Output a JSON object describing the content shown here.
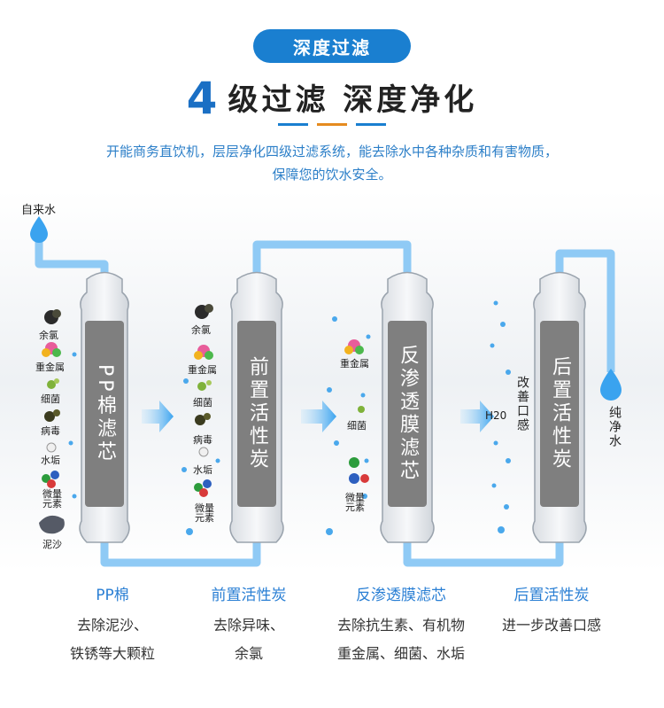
{
  "header": {
    "pill": "深度过滤",
    "headline_number": "4",
    "headline_text": "级过滤  深度净化",
    "intro_line1": "开能商务直饮机，层层净化四级过滤系统，能去除水中各种杂质和有害物质，",
    "intro_line2": "保障您的饮水安全。"
  },
  "diagram": {
    "source_label": "自来水",
    "output_label": "纯净水",
    "improve_label": "改善口感",
    "h2o_label": "H20",
    "cartridges": [
      {
        "label": "PP棉滤芯"
      },
      {
        "label": "前置活性炭"
      },
      {
        "label": "反渗透膜滤芯"
      },
      {
        "label": "后置活性炭"
      }
    ],
    "pollutants_stage1": [
      "余氯",
      "重金属",
      "细菌",
      "病毒",
      "水垢",
      "微量元素",
      "泥沙"
    ],
    "pollutants_stage2": [
      "余氯",
      "重金属",
      "细菌",
      "病毒",
      "水垢",
      "微量元素"
    ],
    "pollutants_stage3": [
      "重金属",
      "细菌",
      "微量元素"
    ],
    "colors": {
      "pipe": "#8fcaf5",
      "accent": "#1a7fd0",
      "cartridge_label": "#7f7f7f"
    }
  },
  "stages": [
    {
      "name": "PP棉",
      "desc1": "去除泥沙、",
      "desc2": "铁锈等大颗粒"
    },
    {
      "name": "前置活性炭",
      "desc1": "去除异味、",
      "desc2": "余氯"
    },
    {
      "name": "反渗透膜滤芯",
      "desc1": "去除抗生素、有机物",
      "desc2": "重金属、细菌、水垢"
    },
    {
      "name": "后置活性炭",
      "desc1": "进一步改善口感",
      "desc2": ""
    }
  ]
}
